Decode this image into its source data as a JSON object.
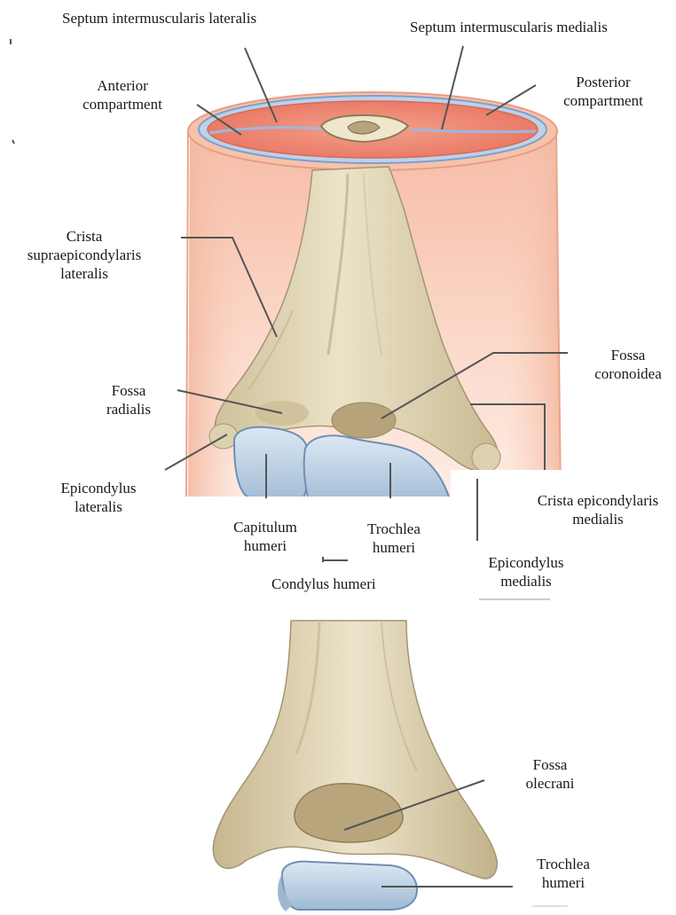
{
  "labels": {
    "septum_lateralis": [
      "Septum intermuscularis lateralis"
    ],
    "septum_medialis": [
      "Septum intermuscularis medialis"
    ],
    "anterior_compartment": [
      "Anterior",
      "compartment"
    ],
    "posterior_compartment": [
      "Posterior",
      "compartment"
    ],
    "crista_supraepicondylaris": [
      "Crista",
      "supraepicondylaris",
      "lateralis"
    ],
    "fossa_coronoidea": [
      "Fossa",
      "coronoidea"
    ],
    "fossa_radialis": [
      "Fossa",
      "radialis"
    ],
    "epicondylus_lateralis": [
      "Epicondylus",
      "lateralis"
    ],
    "crista_epicondylaris_medialis": [
      "Crista epicondylaris",
      "medialis"
    ],
    "capitulum_humeri": [
      "Capitulum",
      "humeri"
    ],
    "trochlea_humeri_anterior": [
      "Trochlea",
      "humeri"
    ],
    "epicondylus_medialis": [
      "Epicondylus",
      "medialis"
    ],
    "condylus_humeri": [
      "Condylus humeri"
    ],
    "fossa_olecrani": [
      "Fossa",
      "olecrani"
    ],
    "trochlea_humeri_posterior": [
      "Trochlea",
      "humeri"
    ]
  },
  "colors": {
    "bone": "#e2d7b8",
    "bone_shadow": "#b9ab85",
    "cartilage": "#bfd3e6",
    "muscle_section": "#ef8a76",
    "skin_sleeve": "#f7c4ad",
    "fascia": "#8fb0d6",
    "leader_line": "#555555"
  }
}
